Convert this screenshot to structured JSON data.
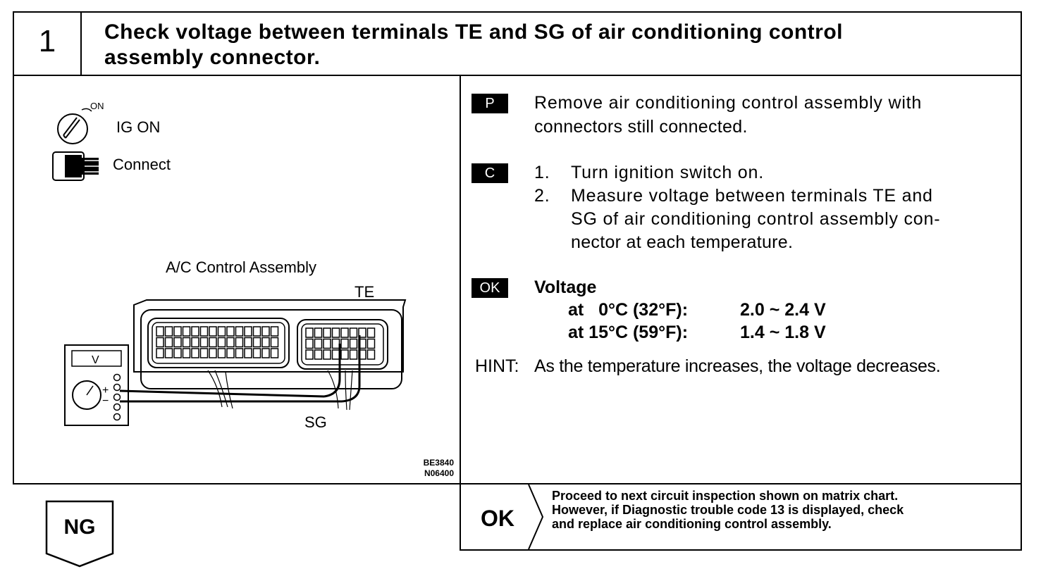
{
  "step": {
    "number": "1",
    "title_line1": "Check voltage between terminals TE and SG of air conditioning control",
    "title_line2": "assembly connector."
  },
  "illustration": {
    "ig_on_label": "IG ON",
    "ig_on_small": "ON",
    "connect_label": "Connect",
    "assembly_label": "A/C Control Assembly",
    "te_label": "TE",
    "sg_label": "SG",
    "meter_label": "V",
    "plus_sign": "+",
    "minus_sign": "−",
    "code_1": "BE3840",
    "code_2": "N06400"
  },
  "instructions": {
    "p_badge": "P",
    "p_line1": "Remove air conditioning control assembly with",
    "p_line2": "connectors still connected.",
    "c_badge": "C",
    "c_item1_num": "1.",
    "c_item1": "Turn ignition switch on.",
    "c_item2_num": "2.",
    "c_item2_line1": "Measure voltage between terminals TE and",
    "c_item2_line2": "SG of air conditioning control assembly con-",
    "c_item2_line3": "nector at each temperature.",
    "ok_badge": "OK",
    "voltage_heading": "Voltage",
    "spec_rows": [
      {
        "condition": "at   0°C (32°F):",
        "value": "2.0 ~ 2.4 V"
      },
      {
        "condition": "at 15°C (59°F):",
        "value": "1.4 ~ 1.8 V"
      }
    ],
    "hint_label": "HINT:",
    "hint_text": "As the temperature increases, the voltage decreases."
  },
  "results": {
    "ng_label": "NG",
    "ok_label": "OK",
    "ok_line1": "Proceed to next circuit inspection shown on matrix chart.",
    "ok_line2": "However, if Diagnostic trouble code 13 is displayed, check",
    "ok_line3": "and replace air conditioning control assembly."
  }
}
